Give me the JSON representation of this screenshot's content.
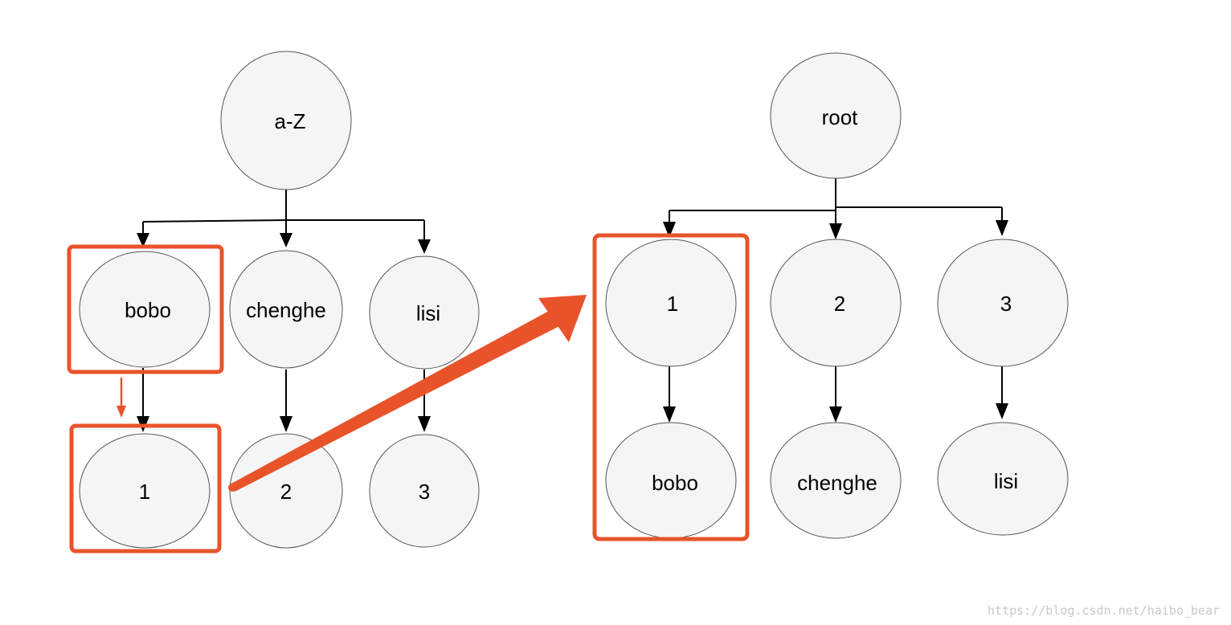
{
  "colors": {
    "node_fill": "#f5f5f5",
    "node_stroke": "#555555",
    "edge": "#000000",
    "highlight": "#e9532a"
  },
  "left_tree": {
    "root": "a-Z",
    "children": [
      "bobo",
      "chenghe",
      "lisi"
    ],
    "leaves": [
      "1",
      "2",
      "3"
    ]
  },
  "right_tree": {
    "root": "root",
    "children": [
      "1",
      "2",
      "3"
    ],
    "leaves": [
      "bobo",
      "chenghe",
      "lisi"
    ]
  },
  "watermark": "https://blog.csdn.net/haibo_bear"
}
